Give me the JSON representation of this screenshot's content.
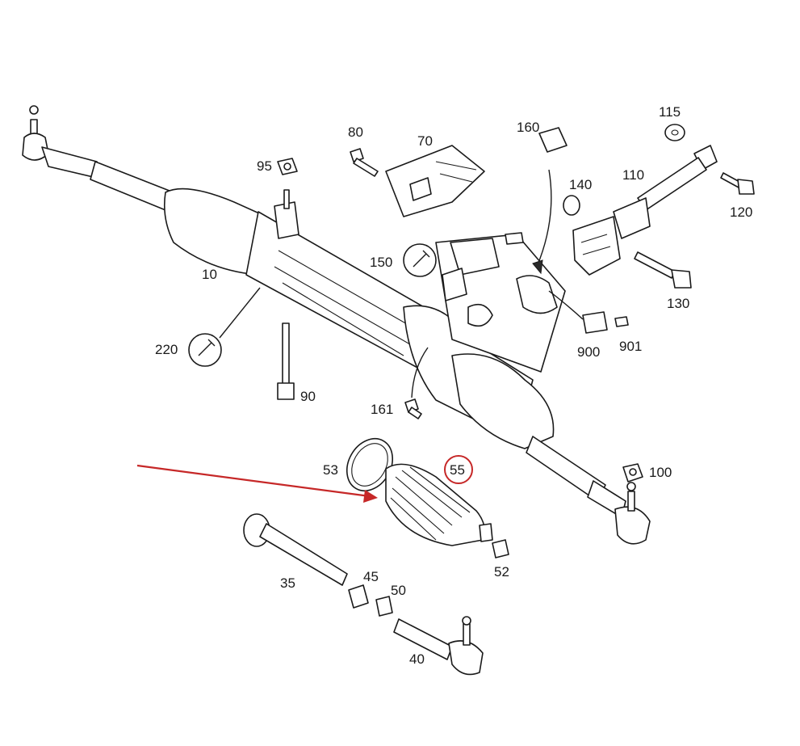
{
  "labels": {
    "p10": "10",
    "p35": "35",
    "p40": "40",
    "p45": "45",
    "p50": "50",
    "p52": "52",
    "p53": "53",
    "p55": "55",
    "p70": "70",
    "p80": "80",
    "p90": "90",
    "p95": "95",
    "p100": "100",
    "p110": "110",
    "p115": "115",
    "p120": "120",
    "p130": "130",
    "p140": "140",
    "p150": "150",
    "p160": "160",
    "p161": "161",
    "p220": "220",
    "p900": "900",
    "p901": "901"
  },
  "highlight": {
    "part": "55",
    "circle_color": "#c62828",
    "arrow_color": "#c62828"
  }
}
